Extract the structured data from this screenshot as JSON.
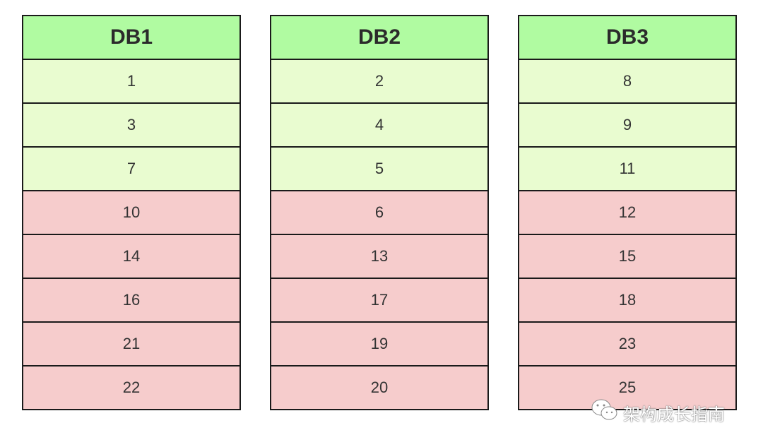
{
  "colors": {
    "header": "#b0fba1",
    "low": "#e9fcd0",
    "high": "#f6cccc"
  },
  "databases": [
    {
      "name": "DB1",
      "rows": [
        {
          "v": "1",
          "g": true
        },
        {
          "v": "3",
          "g": true
        },
        {
          "v": "7",
          "g": true
        },
        {
          "v": "10",
          "g": false
        },
        {
          "v": "14",
          "g": false
        },
        {
          "v": "16",
          "g": false
        },
        {
          "v": "21",
          "g": false
        },
        {
          "v": "22",
          "g": false
        }
      ]
    },
    {
      "name": "DB2",
      "rows": [
        {
          "v": "2",
          "g": true
        },
        {
          "v": "4",
          "g": true
        },
        {
          "v": "5",
          "g": true
        },
        {
          "v": "6",
          "g": false
        },
        {
          "v": "13",
          "g": false
        },
        {
          "v": "17",
          "g": false
        },
        {
          "v": "19",
          "g": false
        },
        {
          "v": "20",
          "g": false
        }
      ]
    },
    {
      "name": "DB3",
      "rows": [
        {
          "v": "8",
          "g": true
        },
        {
          "v": "9",
          "g": true
        },
        {
          "v": "11",
          "g": true
        },
        {
          "v": "12",
          "g": false
        },
        {
          "v": "15",
          "g": false
        },
        {
          "v": "18",
          "g": false
        },
        {
          "v": "23",
          "g": false
        },
        {
          "v": "25",
          "g": false
        }
      ]
    }
  ],
  "watermark": "架构成长指南"
}
